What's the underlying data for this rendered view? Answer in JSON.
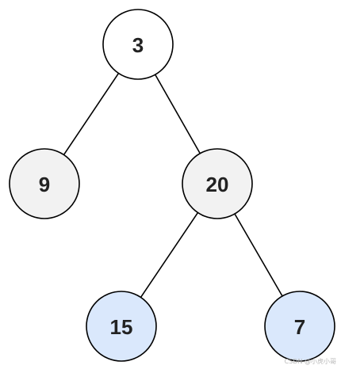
{
  "tree": {
    "nodes": [
      {
        "id": "n3",
        "value": "3",
        "fill": "#ffffff"
      },
      {
        "id": "n9",
        "value": "9",
        "fill": "#f2f2f2"
      },
      {
        "id": "n20",
        "value": "20",
        "fill": "#f2f2f2"
      },
      {
        "id": "n15",
        "value": "15",
        "fill": "#dae8fc"
      },
      {
        "id": "n7",
        "value": "7",
        "fill": "#dae8fc"
      }
    ],
    "edges": [
      {
        "from": "n3",
        "to": "n9"
      },
      {
        "from": "n3",
        "to": "n20"
      },
      {
        "from": "n20",
        "to": "n15"
      },
      {
        "from": "n20",
        "to": "n7"
      }
    ],
    "stroke": "#000000"
  },
  "watermark": "CSDN @小虎小哥"
}
